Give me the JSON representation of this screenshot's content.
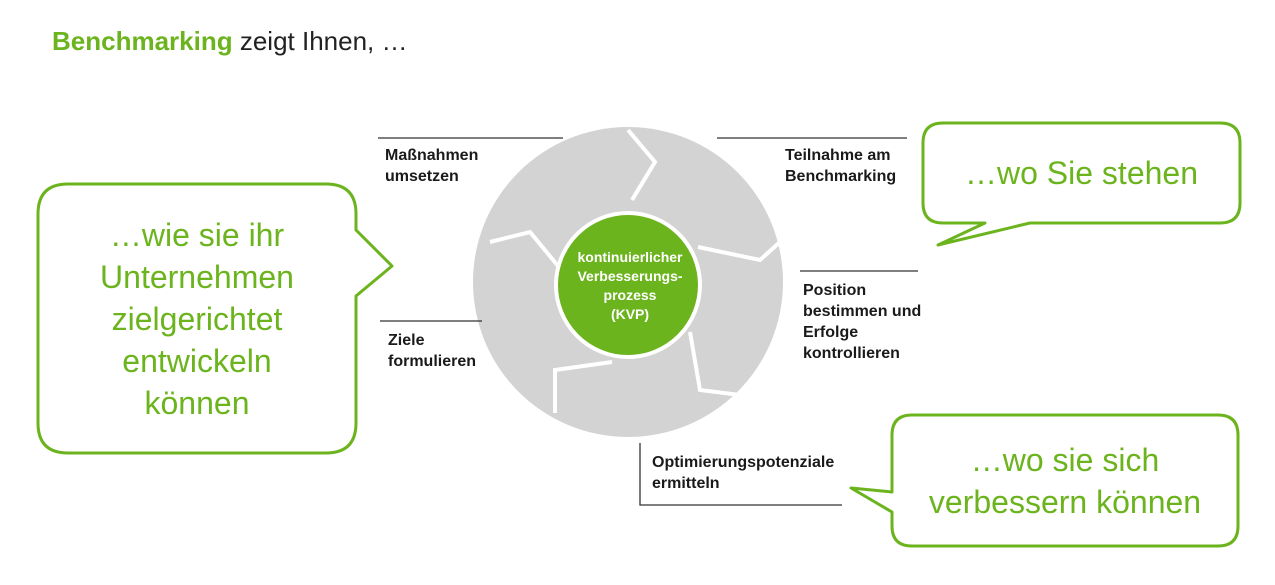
{
  "title": {
    "highlight": "Benchmarking",
    "rest": " zeigt Ihnen, …"
  },
  "center": {
    "lines": [
      "kontinuierlicher",
      "Verbesserungs-",
      "prozess",
      "(KVP)"
    ]
  },
  "steps": [
    {
      "lines": [
        "Maßnahmen",
        "umsetzen"
      ]
    },
    {
      "lines": [
        "Teilnahme am",
        "Benchmarking"
      ]
    },
    {
      "lines": [
        "Position",
        "bestimmen und",
        "Erfolge",
        "kontrollieren"
      ]
    },
    {
      "lines": [
        "Optimierungspotenziale",
        "ermitteln"
      ]
    },
    {
      "lines": [
        "Ziele",
        "formulieren"
      ]
    }
  ],
  "bubbles": [
    {
      "lines": [
        "…wie sie ihr",
        "Unternehmen",
        "zielgerichtet",
        "entwickeln",
        "können"
      ]
    },
    {
      "lines": [
        "…wo Sie stehen"
      ]
    },
    {
      "lines": [
        "…wo sie sich",
        "verbessern können"
      ]
    }
  ],
  "colors": {
    "accent": "#6cb41e",
    "ring": "#d3d3d3",
    "text": "#1a1a1a"
  }
}
